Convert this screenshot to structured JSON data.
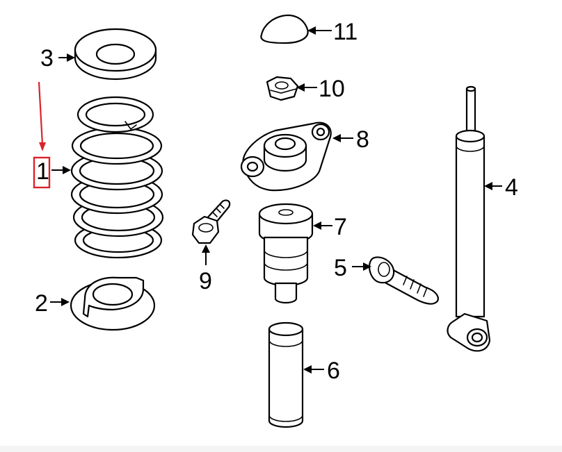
{
  "diagram": {
    "callouts": {
      "c1": "1",
      "c2": "2",
      "c3": "3",
      "c4": "4",
      "c5": "5",
      "c6": "6",
      "c7": "7",
      "c8": "8",
      "c9": "9",
      "c10": "10",
      "c11": "11"
    },
    "highlight": {
      "target": "1",
      "box_color": "#d8232a",
      "arrow_color": "#d8232a"
    },
    "line_color": "#000000",
    "background": "#ffffff"
  }
}
